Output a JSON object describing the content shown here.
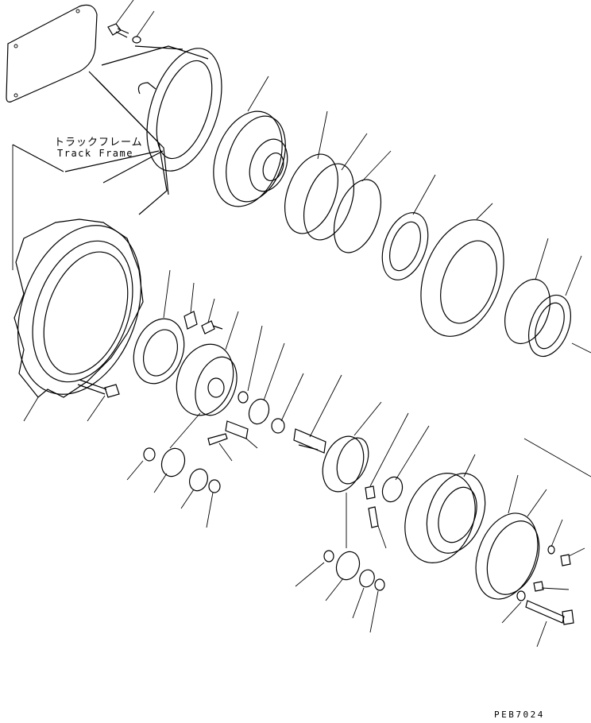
{
  "labels": {
    "track_frame_jp": "トラックフレーム",
    "track_frame_en": "Track Frame",
    "drawing_code": "PEB7024"
  }
}
